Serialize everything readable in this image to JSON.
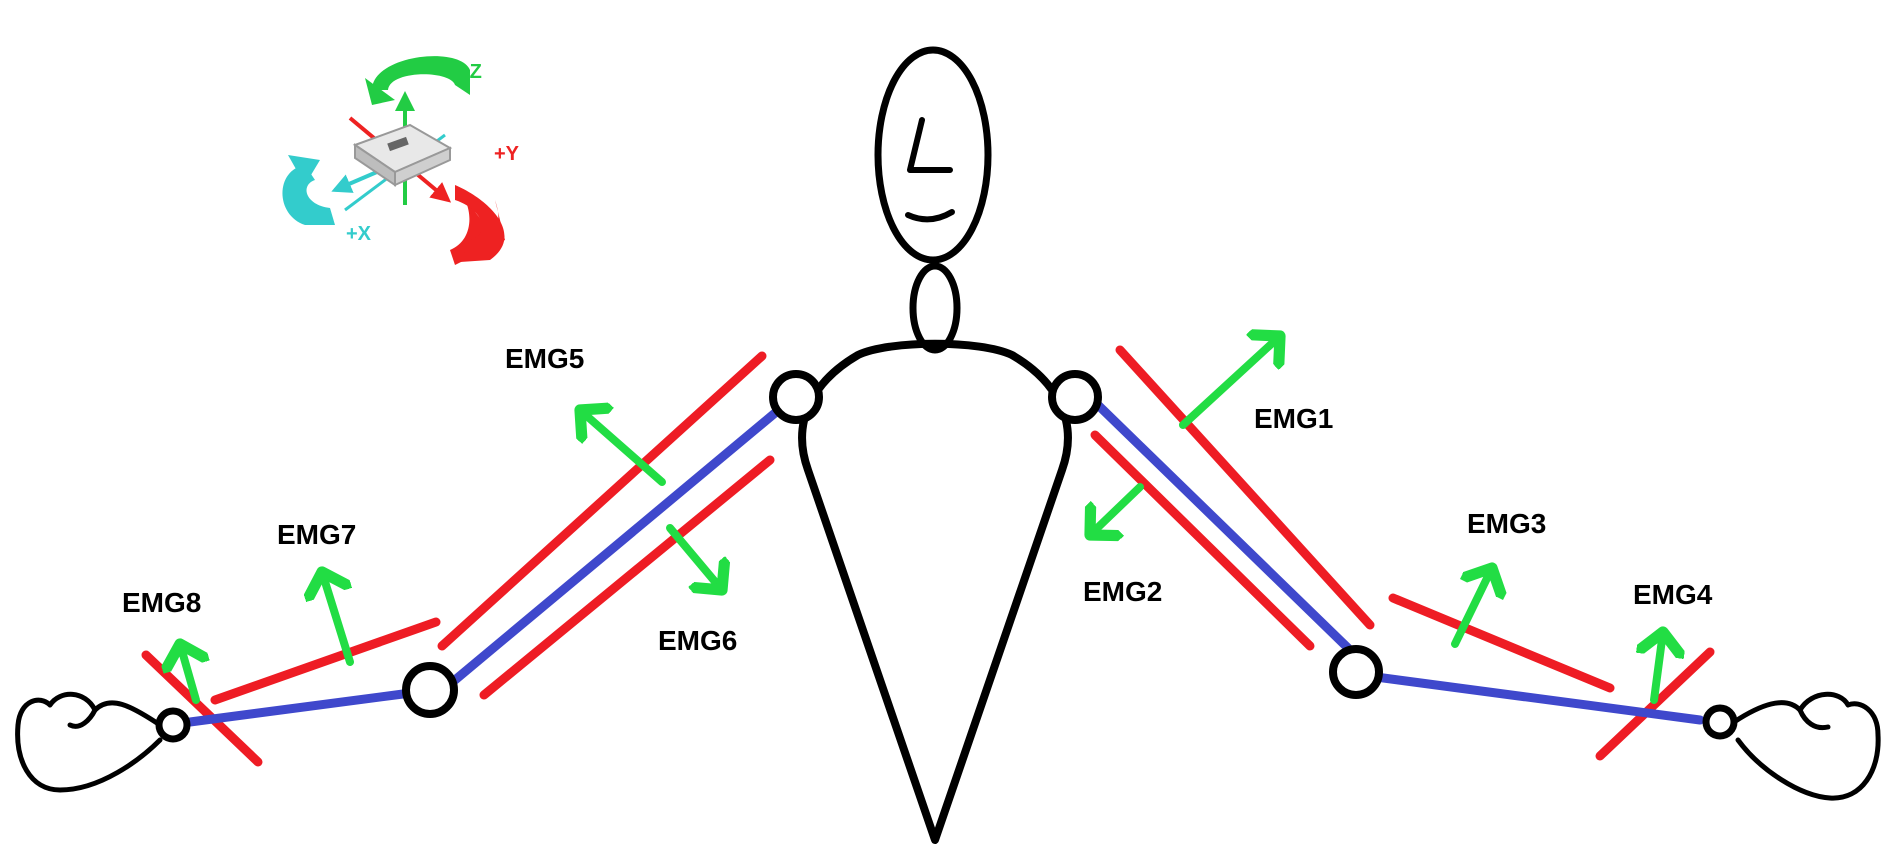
{
  "axes_icon": {
    "z_label": "+Z",
    "y_label": "+Y",
    "x_label": "+X",
    "colors": {
      "z": "#22cc44",
      "y": "#ee2222",
      "x": "#33cccc",
      "sensor": "#d0d0d0"
    }
  },
  "sensors": {
    "emg1": "EMG1",
    "emg2": "EMG2",
    "emg3": "EMG3",
    "emg4": "EMG4",
    "emg5": "EMG5",
    "emg6": "EMG6",
    "emg7": "EMG7",
    "emg8": "EMG8"
  },
  "colors": {
    "muscle": "#ee1c24",
    "bone": "#3f48cc",
    "direction": "#22dd44",
    "outline": "#000000"
  }
}
